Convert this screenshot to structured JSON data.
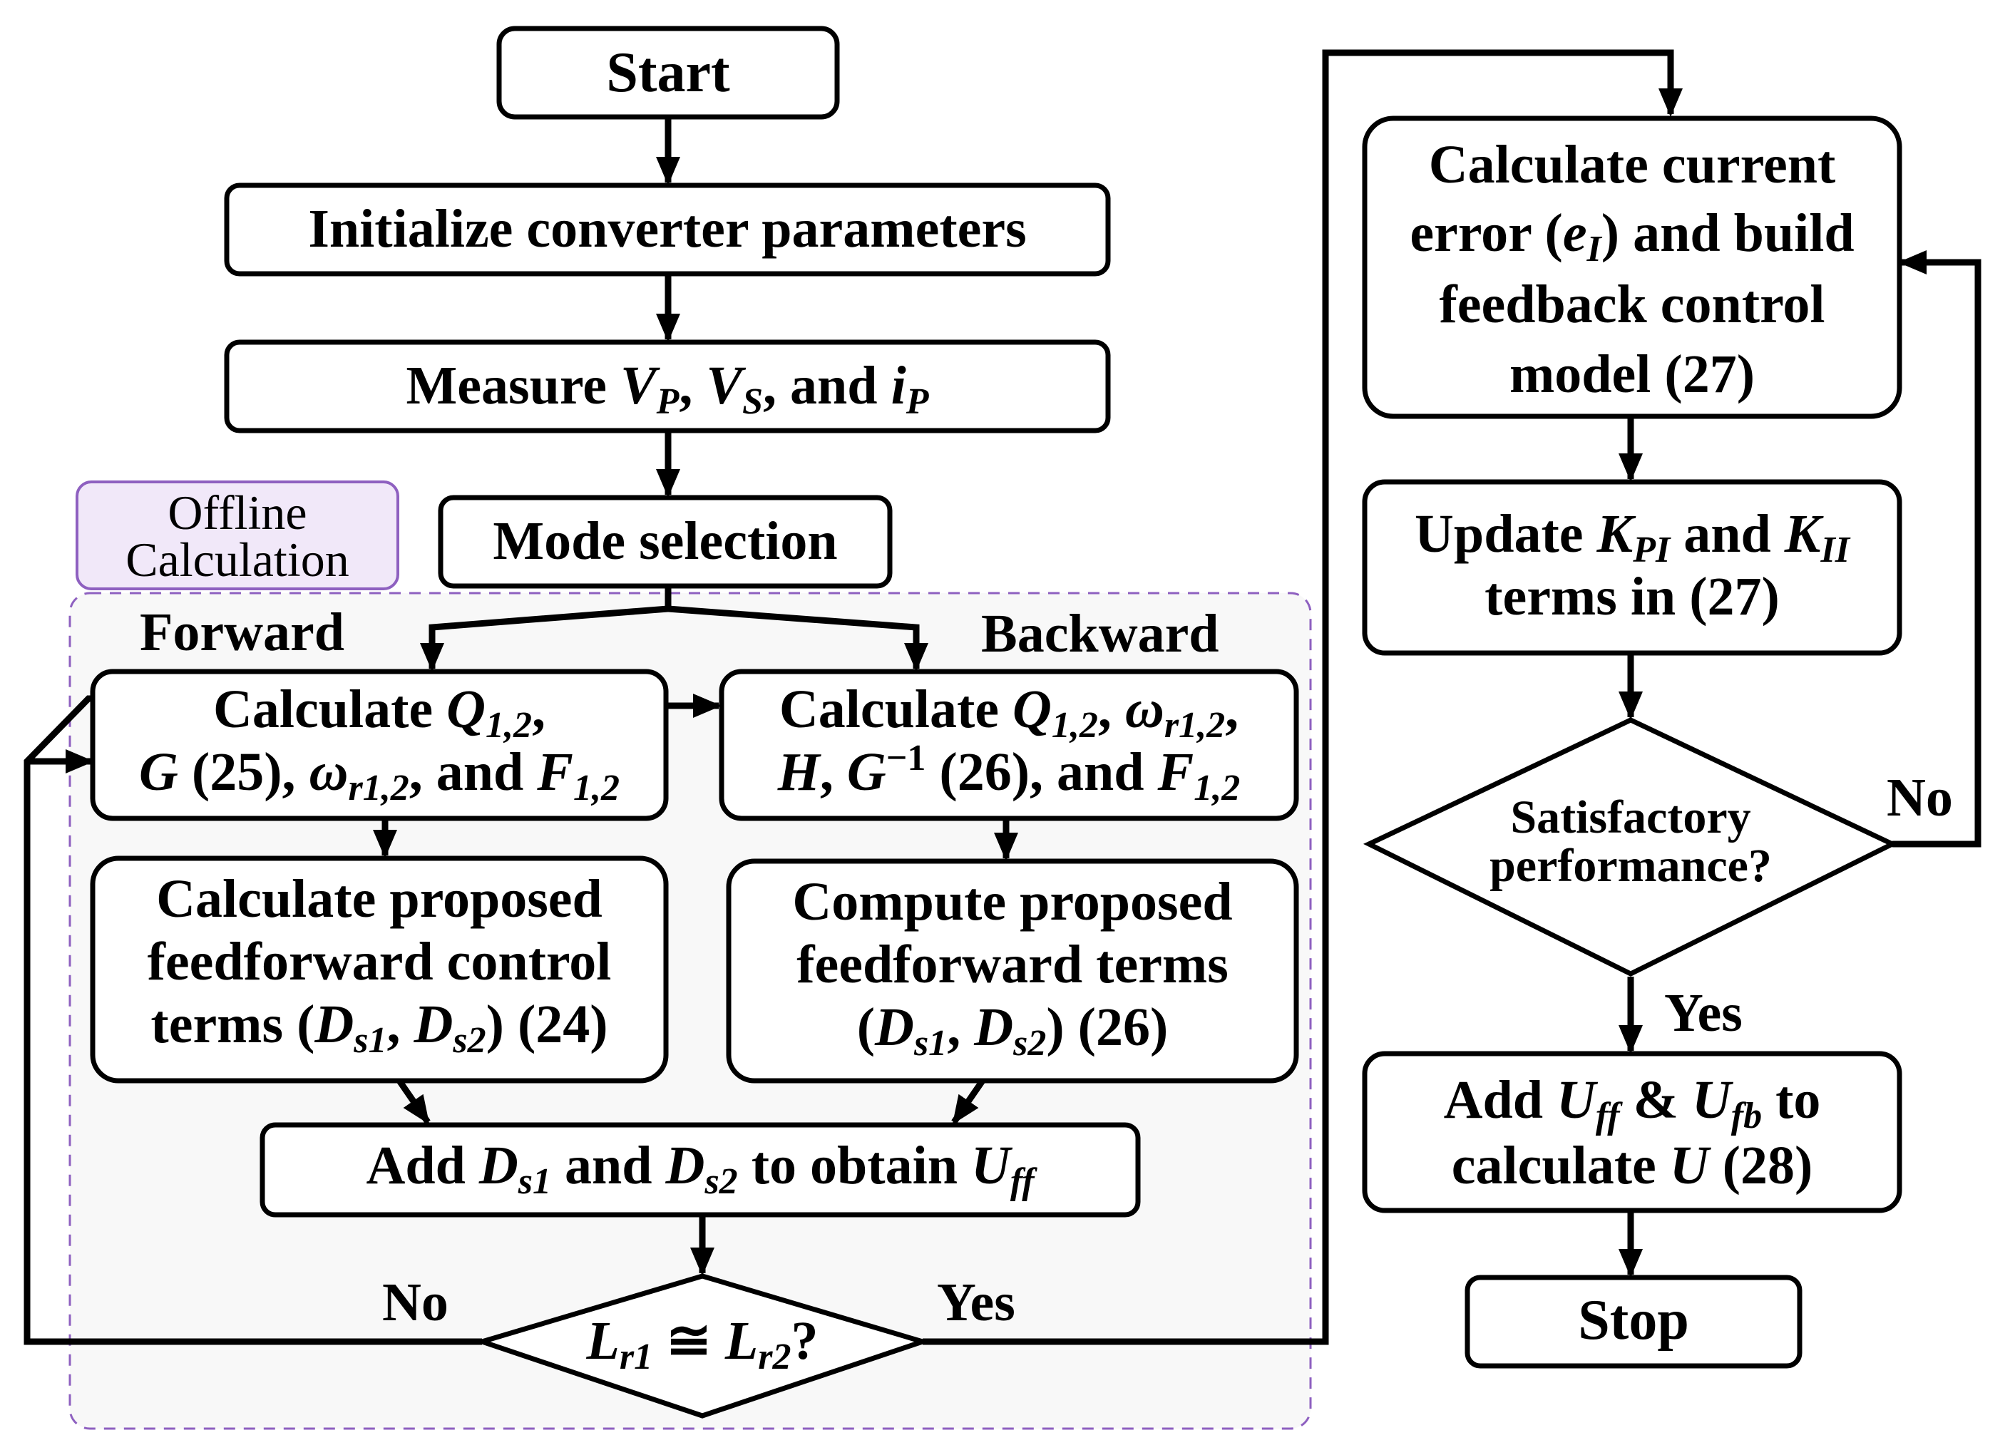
{
  "offline_label": {
    "line1": "Offline",
    "line2": "Calculation"
  },
  "nodes": {
    "start": "Start",
    "init": "Initialize converter parameters",
    "measure": {
      "t1": "Measure ",
      "v1": "V",
      "s1": "P",
      "t2": ", ",
      "v2": "V",
      "s2": "S",
      "t3": ", and ",
      "v3": "i",
      "s3": "P"
    },
    "mode": "Mode selection",
    "fwd_calc": {
      "l1_a": "Calculate ",
      "l1_v": "Q",
      "l1_s": "1,2",
      "l1_b": ",",
      "l2_v1": "G",
      "l2_a": " (25), ",
      "l2_v2": "ω",
      "l2_s2": "r1,2",
      "l2_b": ", and ",
      "l2_v3": "F",
      "l2_s3": "1,2"
    },
    "bwd_calc": {
      "l1_a": "Calculate ",
      "l1_v1": "Q",
      "l1_s1": "1,2",
      "l1_b": ", ",
      "l1_v2": "ω",
      "l1_s2": "r1,2",
      "l1_c": ",",
      "l2_v1": "H",
      "l2_a": ", ",
      "l2_v2": "G",
      "l2_sup": "−1",
      "l2_b": " (26), and ",
      "l2_v3": "F",
      "l2_s3": "1,2"
    },
    "fwd_prop": {
      "l1": "Calculate proposed",
      "l2": "feedforward control",
      "l3_a": "terms (",
      "l3_v1": "D",
      "l3_s1": "s1",
      "l3_b": ", ",
      "l3_v2": "D",
      "l3_s2": "s2",
      "l3_c": ") (24)"
    },
    "bwd_prop": {
      "l1": "Compute proposed",
      "l2": "feedforward terms",
      "l3_a": "(",
      "l3_v1": "D",
      "l3_s1": "s1",
      "l3_b": ", ",
      "l3_v2": "D",
      "l3_s2": "s2",
      "l3_c": ") (26)"
    },
    "add_d": {
      "a": "Add ",
      "v1": "D",
      "s1": "s1",
      "b": " and ",
      "v2": "D",
      "s2": "s2",
      "c": " to obtain ",
      "v3": "U",
      "s3": "ff"
    },
    "lr_decision": {
      "v1": "L",
      "s1": "r1",
      "op": " ≅ ",
      "v2": "L",
      "s2": "r2",
      "q": "?"
    },
    "calc_err": {
      "l1": "Calculate current",
      "l2_a": "error (",
      "l2_v": "e",
      "l2_s": "I",
      "l2_b": ") and build",
      "l3": "feedback control",
      "l4": "model (27)"
    },
    "update_k": {
      "l1_a": "Update ",
      "l1_v1": "K",
      "l1_s1": "PI",
      "l1_b": " and ",
      "l1_v2": "K",
      "l1_s2": "II",
      "l2": "terms in (27)"
    },
    "satisfactory": {
      "l1": "Satisfactory",
      "l2": "performance?"
    },
    "add_u": {
      "l1_a": "Add ",
      "l1_v1": "U",
      "l1_s1": "ff",
      "l1_b": " & ",
      "l1_v2": "U",
      "l1_s2": "fb",
      "l1_c": " to",
      "l2_a": "calculate ",
      "l2_v": "U",
      "l2_b": " (28)"
    },
    "stop": "Stop"
  },
  "branch_labels": {
    "forward": "Forward",
    "backward": "Backward",
    "lr_no": "No",
    "lr_yes": "Yes",
    "sat_no": "No",
    "sat_yes": "Yes"
  },
  "colors": {
    "offline_border": "#8e60c0",
    "offline_fill": "#f1e8f9",
    "region_fill": "#f8f8f8",
    "stroke": "#000000"
  }
}
